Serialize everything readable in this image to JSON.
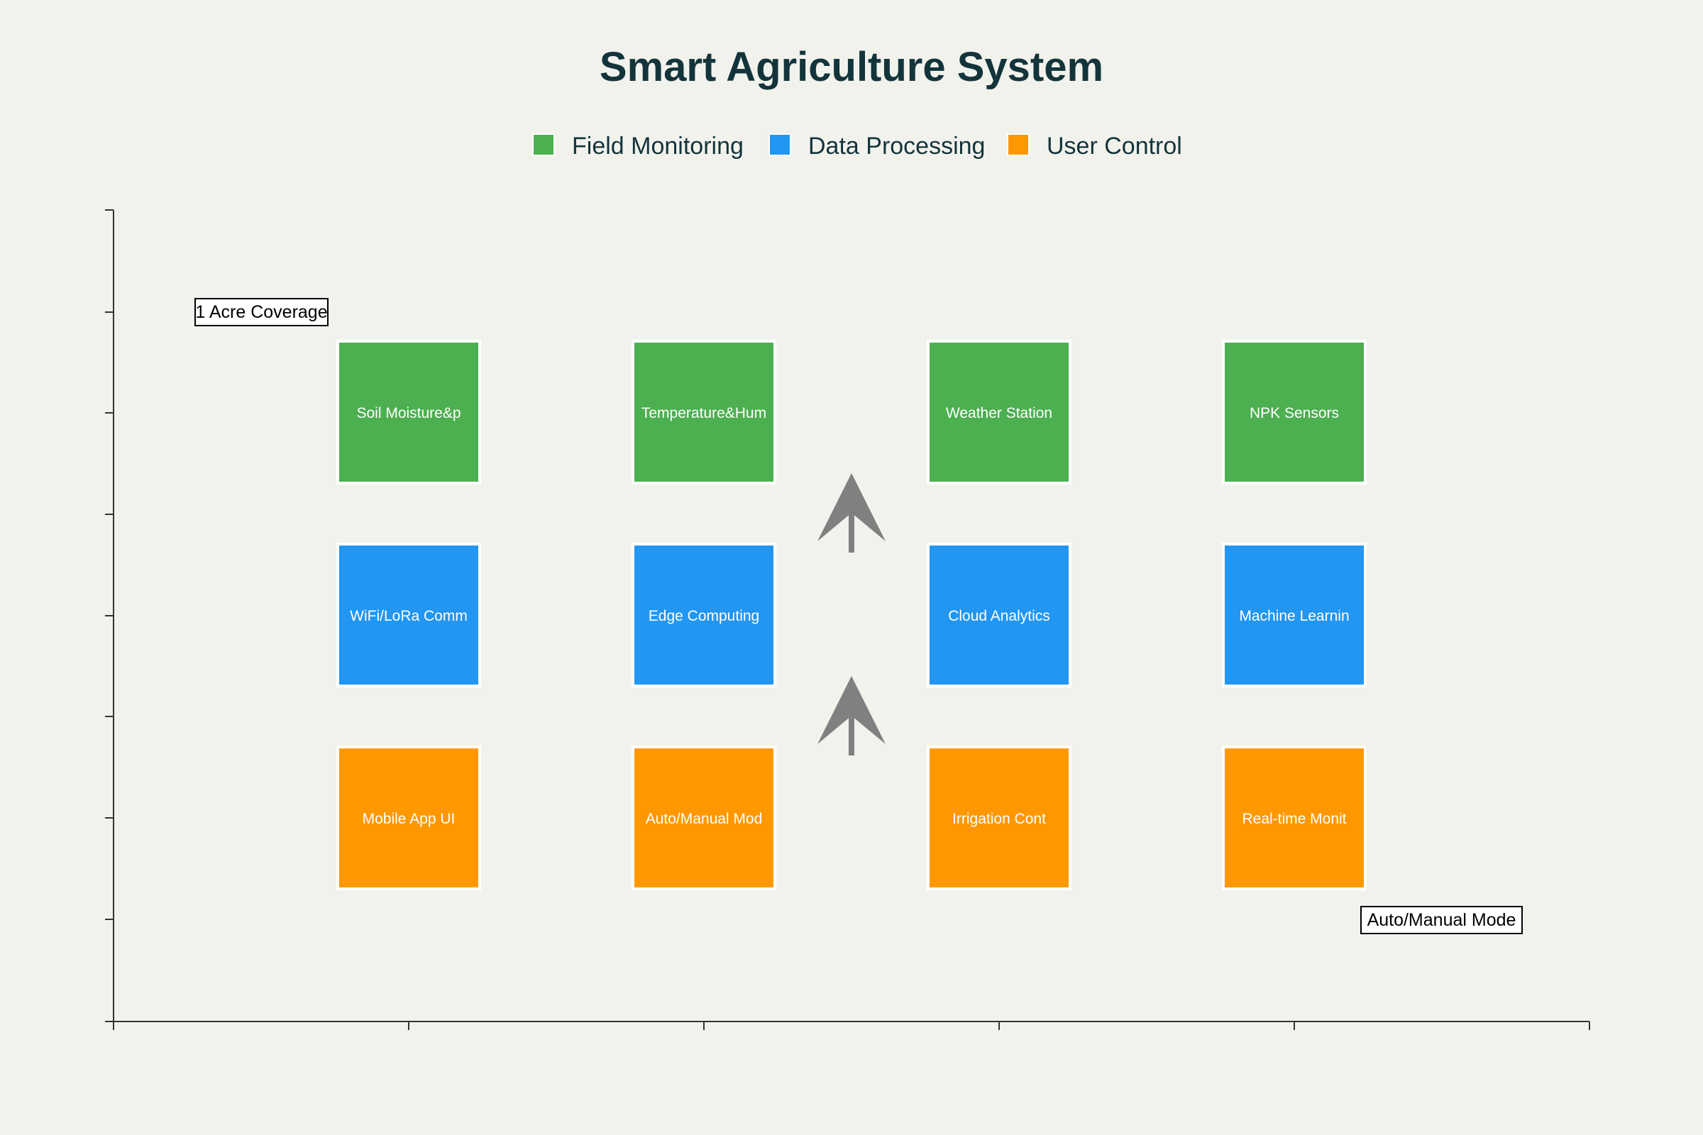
{
  "title": "Smart Agriculture System",
  "colors": {
    "background": "#f2f2ed",
    "title": "#13343b",
    "field_monitoring": "#4caf50",
    "data_processing": "#2196f3",
    "user_control": "#ff9800",
    "arrow": "#808080",
    "axis": "#333333"
  },
  "legend": [
    {
      "label": "Field Monitoring",
      "color": "#4caf50"
    },
    {
      "label": "Data Processing",
      "color": "#2196f3"
    },
    {
      "label": "User Control",
      "color": "#ff9800"
    }
  ],
  "annotations": [
    "1 Acre Coverage",
    "Auto/Manual Mode"
  ],
  "layers": [
    {
      "name": "Field Monitoring",
      "color": "#4caf50",
      "blocks": [
        "Soil Moisture&p",
        "Temperature&Hum",
        "Weather Station",
        "NPK Sensors"
      ]
    },
    {
      "name": "Data Processing",
      "color": "#2196f3",
      "blocks": [
        "WiFi/LoRa Comm",
        "Edge Computing",
        "Cloud Analytics",
        "Machine Learnin"
      ]
    },
    {
      "name": "User Control",
      "color": "#ff9800",
      "blocks": [
        "Mobile App UI",
        "Auto/Manual Mod",
        "Irrigation Cont",
        "Real-time Monit"
      ]
    }
  ],
  "arrows": [
    {
      "from": "User Control",
      "to": "Data Processing",
      "direction": "up"
    },
    {
      "from": "Data Processing",
      "to": "Field Monitoring",
      "direction": "up"
    }
  ]
}
